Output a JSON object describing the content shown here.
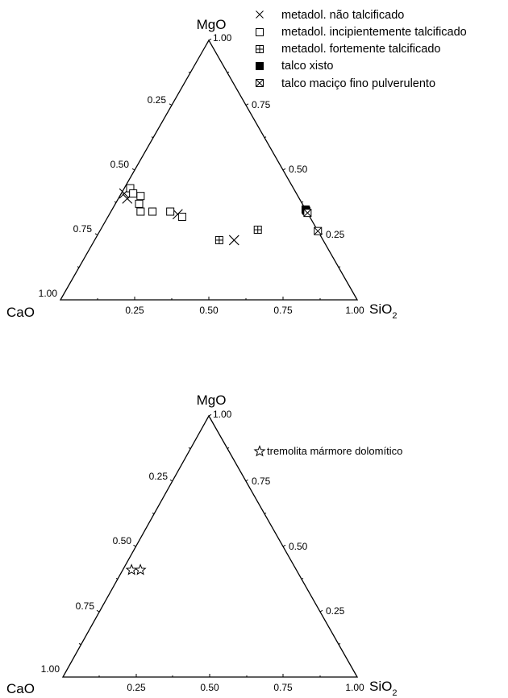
{
  "chart_data": [
    {
      "type": "ternary-scatter",
      "vertices": {
        "top": "MgO",
        "left": "CaO",
        "right_base": "SiO",
        "right_sub": "2"
      },
      "ticks": [
        "0.25",
        "0.50",
        "0.75",
        "1.00"
      ],
      "legend": [
        {
          "marker": "cross",
          "label": "metadol. não talcificado"
        },
        {
          "marker": "square-open",
          "label": "metadol. incipientemente talcificado"
        },
        {
          "marker": "square-plus",
          "label": "metadol. fortemente talcificado"
        },
        {
          "marker": "square-filled",
          "label": "talco xisto"
        },
        {
          "marker": "square-x",
          "label": "talco maciço fino pulverulento"
        }
      ],
      "points": [
        {
          "marker": "cross",
          "SiO2": 0.01,
          "MgO": 0.41,
          "CaO": 0.58
        },
        {
          "marker": "cross",
          "SiO2": 0.03,
          "MgO": 0.39,
          "CaO": 0.58
        },
        {
          "marker": "cross",
          "SiO2": 0.23,
          "MgO": 0.33,
          "CaO": 0.44
        },
        {
          "marker": "cross",
          "SiO2": 0.47,
          "MgO": 0.23,
          "CaO": 0.3
        },
        {
          "marker": "square-open",
          "SiO2": 0.02,
          "MgO": 0.43,
          "CaO": 0.55
        },
        {
          "marker": "square-open",
          "SiO2": 0.04,
          "MgO": 0.41,
          "CaO": 0.55
        },
        {
          "marker": "square-open",
          "SiO2": 0.07,
          "MgO": 0.4,
          "CaO": 0.53
        },
        {
          "marker": "square-open",
          "SiO2": 0.08,
          "MgO": 0.37,
          "CaO": 0.55
        },
        {
          "marker": "square-open",
          "SiO2": 0.1,
          "MgO": 0.34,
          "CaO": 0.56
        },
        {
          "marker": "square-open",
          "SiO2": 0.14,
          "MgO": 0.34,
          "CaO": 0.52
        },
        {
          "marker": "square-open",
          "SiO2": 0.2,
          "MgO": 0.34,
          "CaO": 0.46
        },
        {
          "marker": "square-open",
          "SiO2": 0.25,
          "MgO": 0.32,
          "CaO": 0.43
        },
        {
          "marker": "square-plus",
          "SiO2": 0.42,
          "MgO": 0.23,
          "CaO": 0.35
        },
        {
          "marker": "square-plus",
          "SiO2": 0.53,
          "MgO": 0.27,
          "CaO": 0.2
        },
        {
          "marker": "square-filled",
          "SiO2": 0.652,
          "MgO": 0.348,
          "CaO": 0.0
        },
        {
          "marker": "square-filled",
          "SiO2": 0.657,
          "MgO": 0.343,
          "CaO": 0.0
        },
        {
          "marker": "square-x",
          "SiO2": 0.665,
          "MgO": 0.335,
          "CaO": 0.0
        },
        {
          "marker": "square-x",
          "SiO2": 0.735,
          "MgO": 0.265,
          "CaO": 0.0
        }
      ]
    },
    {
      "type": "ternary-scatter",
      "vertices": {
        "top": "MgO",
        "left": "CaO",
        "right_base": "SiO",
        "right_sub": "2"
      },
      "ticks": [
        "0.25",
        "0.50",
        "0.75",
        "1.00"
      ],
      "legend": [
        {
          "marker": "star",
          "label": "tremolita mármore dolomítico"
        }
      ],
      "points": [
        {
          "marker": "star",
          "SiO2": 0.03,
          "MgO": 0.41,
          "CaO": 0.56
        },
        {
          "marker": "star",
          "SiO2": 0.06,
          "MgO": 0.41,
          "CaO": 0.53
        }
      ]
    }
  ]
}
